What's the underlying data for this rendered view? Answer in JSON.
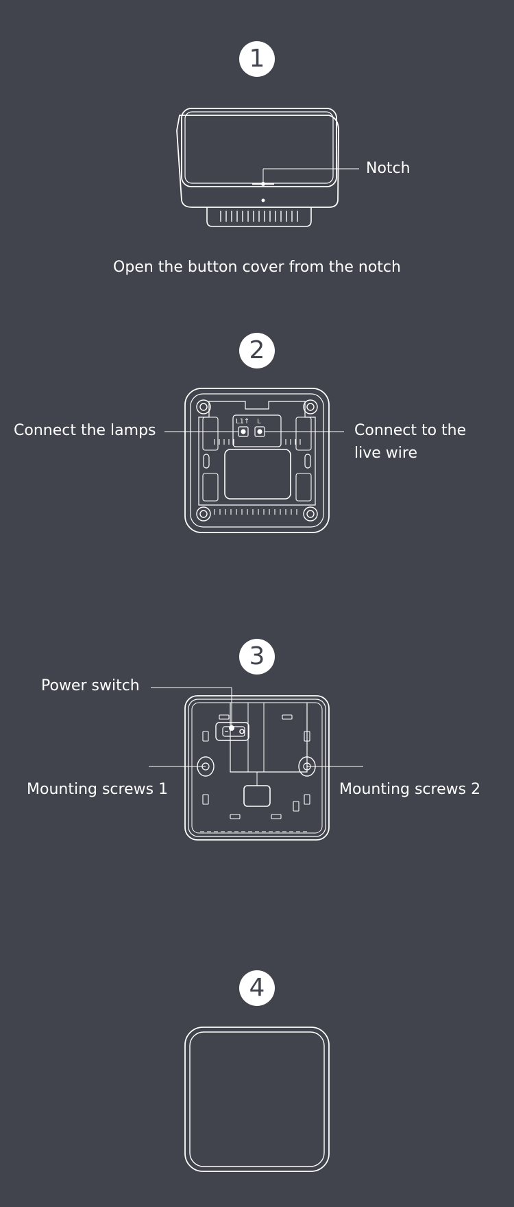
{
  "steps": [
    {
      "number": "1",
      "caption": "Open the button cover from the notch",
      "labels": {
        "notch": "Notch"
      }
    },
    {
      "number": "2",
      "labels": {
        "lamps": "Connect the lamps",
        "live_line1": "Connect to the",
        "live_line2": "live wire",
        "l1": "L1↑",
        "l": "L"
      }
    },
    {
      "number": "3",
      "labels": {
        "power_switch": "Power switch",
        "screw1": "Mounting screws 1",
        "screw2": "Mounting screws 2"
      }
    },
    {
      "number": "4"
    }
  ],
  "colors": {
    "background": "#42444d",
    "line": "#ffffff",
    "badge_text": "#42444d"
  }
}
